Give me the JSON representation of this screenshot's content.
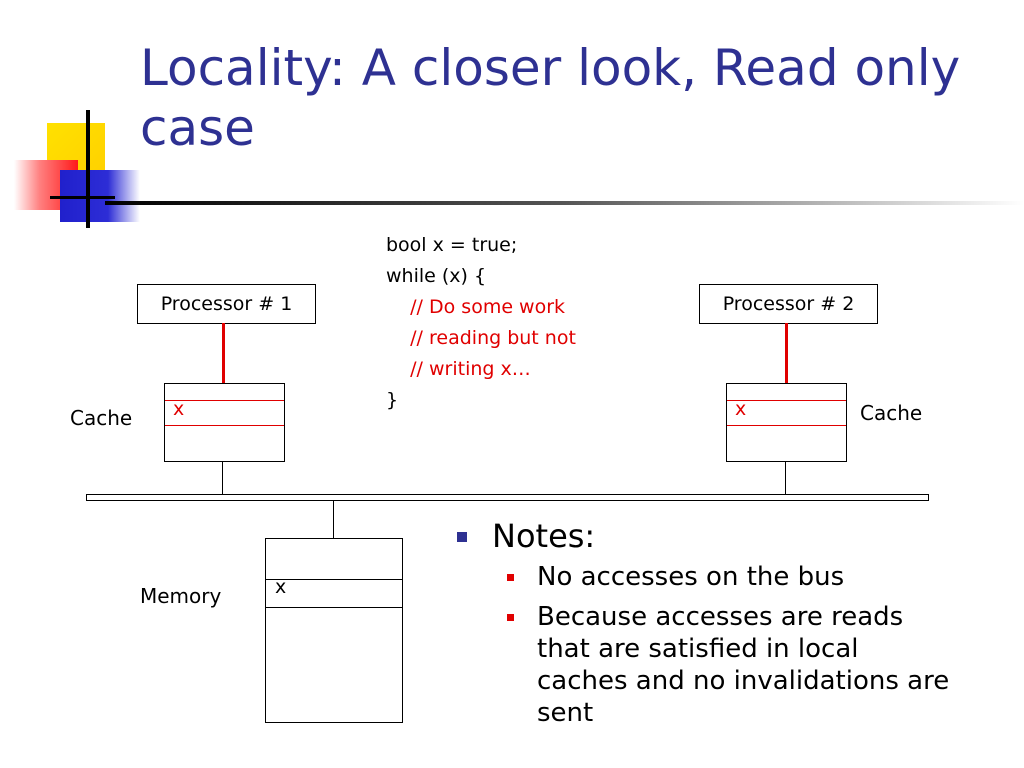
{
  "slide": {
    "title": "Locality: A closer look, Read only case"
  },
  "diagram": {
    "processor1": "Processor # 1",
    "processor2": "Processor # 2",
    "cache_label_left": "Cache",
    "cache_label_right": "Cache",
    "cache1_value": "x",
    "cache2_value": "x",
    "memory_label": "Memory",
    "memory_value": "x"
  },
  "code": {
    "lines": [
      "bool x = true;",
      "while (x) {",
      "    // Do some work",
      "    // reading but not",
      "    // writing x…",
      "}"
    ],
    "comment_color": "#e00000"
  },
  "notes": {
    "heading": "Notes:",
    "items": [
      "No accesses on the bus",
      "Because accesses are reads that are satisfied in local caches and no invalidations are sent"
    ]
  },
  "colors": {
    "title": "#2e3192",
    "accent_red": "#e00000"
  }
}
